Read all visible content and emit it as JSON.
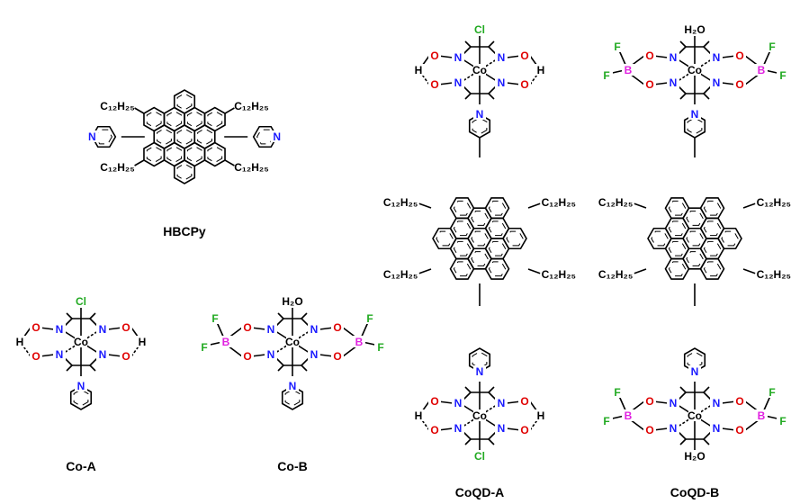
{
  "labels": {
    "hbcpy": "HBCPy",
    "coa": "Co-A",
    "cob": "Co-B",
    "coqda": "CoQD-A",
    "coqdb": "CoQD-B"
  },
  "atoms": {
    "co": "Co",
    "n": "N",
    "o": "O",
    "h": "H",
    "b": "B",
    "f": "F",
    "cl": "Cl",
    "water": "H₂O",
    "alkyl": "C₁₂H₂₅"
  },
  "colors": {
    "bond": "#000000",
    "n": "#1a1aff",
    "o": "#e00000",
    "b": "#e020e0",
    "f": "#22aa22",
    "cl": "#22aa22",
    "co": "#000000",
    "h": "#000000"
  }
}
